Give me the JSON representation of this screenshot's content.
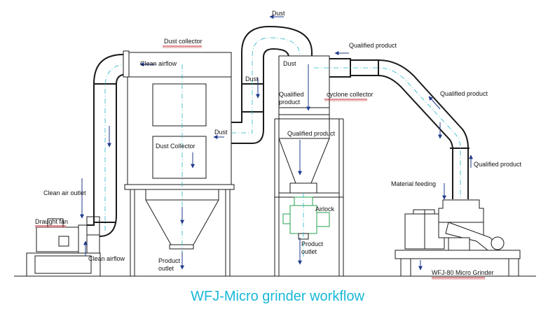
{
  "title": "WFJ-Micro grinder workflow",
  "colors": {
    "title": "#18b8d8",
    "underline": "#c0202a",
    "arrow": "#1f3a8a",
    "centerline": "#26b8c8",
    "airlock": "#26a050"
  },
  "labels": {
    "dust_top": "Dust",
    "dust_collector_header": "Dust collector",
    "clean_airflow_top": "Clean airflow",
    "dust_left_pipe": "Dust",
    "dust_cyclone_inlet": "Dust",
    "qualified_product_cyclone": "Qualified\nproduct",
    "cyclone_collector": "cyclone collector",
    "qualified_product_top": "Qualified product",
    "qualified_product_pipe": "Qualified product",
    "dust_mid": "Dust",
    "dust_collector_inside": "Dust Collector",
    "qualified_product_cone": "Qualified product",
    "qualified_product_right": "Qualified product",
    "clean_air_outlet": "Clean air outlet",
    "material_feeding": "Material feeding",
    "draught_fan": "Draught fan",
    "airlock": "Airlock",
    "product_outlet_cyclone": "Product\noutlet",
    "product_outlet_collector": "Product\noutlet",
    "clean_airflow_bottom": "Clean airflow",
    "micro_grinder": "WFJ-80 Micro Grinder"
  }
}
